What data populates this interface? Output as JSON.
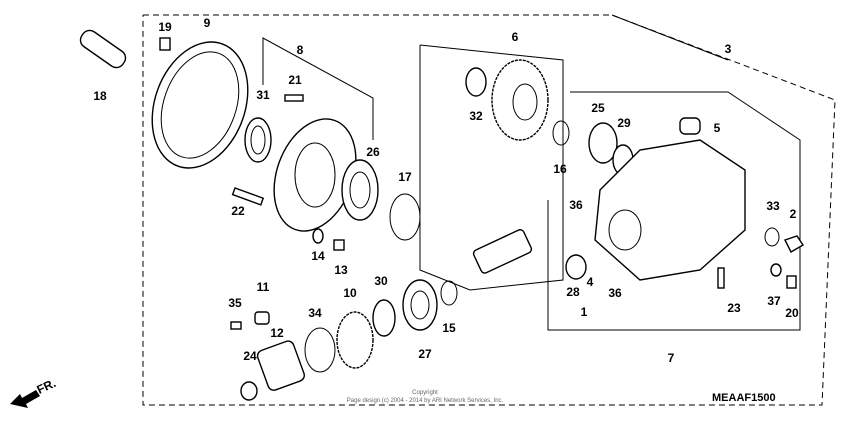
{
  "diagram": {
    "code": "MEAAF1500",
    "front_label": "FR.",
    "copyright_line1": "Copyright",
    "copyright_line2": "Page design (c) 2004 - 2014 by ARI Network Services, Inc.",
    "callouts": [
      "19",
      "9",
      "18",
      "31",
      "21",
      "8",
      "26",
      "17",
      "22",
      "14",
      "13",
      "6",
      "32",
      "16",
      "25",
      "29",
      "5",
      "3",
      "36",
      "36",
      "28",
      "4",
      "1",
      "33",
      "2",
      "23",
      "37",
      "20",
      "7",
      "11",
      "35",
      "34",
      "10",
      "30",
      "27",
      "15",
      "12",
      "24"
    ]
  }
}
